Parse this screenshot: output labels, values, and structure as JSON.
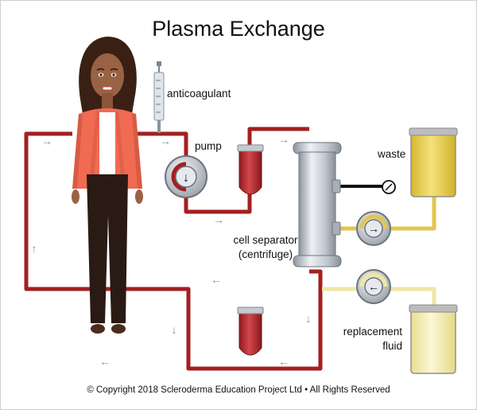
{
  "title": "Plasma Exchange",
  "labels": {
    "anticoagulant": "anticoagulant",
    "pump": "pump",
    "waste": "waste",
    "cell_separator_line1": "cell separator",
    "cell_separator_line2": "(centrifuge)",
    "replacement_line1": "replacement",
    "replacement_line2": "fluid"
  },
  "flow_arrows": {
    "right": "→",
    "left": "←",
    "up": "↑",
    "down": "↓"
  },
  "pump_arrows": {
    "main": "↓",
    "waste": "→",
    "replacement": "←"
  },
  "copyright": "© Copyright 2018 Scleroderma Education Project Ltd • All Rights Reserved",
  "colors": {
    "blood_tube": "#a31f22",
    "plasma_tube": "#e3c64c",
    "replacement_tube": "#efe6a6",
    "waste_fluid": "#ecd24a",
    "replacement_fluid": "#f6f0b3",
    "separator_metal": "#c9ced6",
    "blood_bag": "#b5292e",
    "jacket": "#f06b52",
    "skin": "#9a6245",
    "hair": "#3a2014",
    "pants": "#2a1a14",
    "flow_arrow": "#8a8fa6"
  }
}
